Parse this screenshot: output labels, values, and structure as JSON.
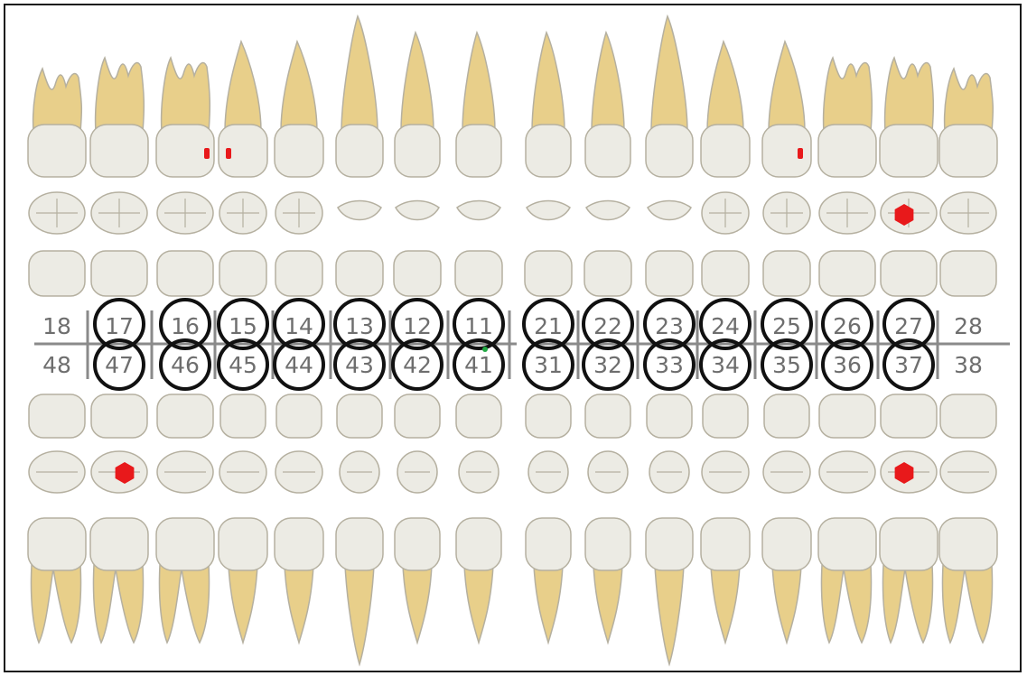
{
  "chart": {
    "upper_numbers": [
      "18",
      "17",
      "16",
      "15",
      "14",
      "13",
      "12",
      "11",
      "21",
      "22",
      "23",
      "24",
      "25",
      "26",
      "27",
      "28"
    ],
    "lower_numbers": [
      "48",
      "47",
      "46",
      "45",
      "44",
      "43",
      "42",
      "41",
      "31",
      "32",
      "33",
      "34",
      "35",
      "36",
      "37",
      "38"
    ],
    "circled_teeth": [
      "17",
      "16",
      "15",
      "14",
      "13",
      "12",
      "11",
      "21",
      "22",
      "23",
      "24",
      "25",
      "26",
      "27",
      "47",
      "46",
      "45",
      "44",
      "43",
      "42",
      "41",
      "31",
      "32",
      "33",
      "34",
      "35",
      "36",
      "37"
    ],
    "upper_teeth_type": [
      "molar",
      "molar",
      "molar",
      "premolar",
      "premolar",
      "canine",
      "incisor",
      "incisor",
      "incisor",
      "incisor",
      "canine",
      "premolar",
      "premolar",
      "molar",
      "molar",
      "molar"
    ],
    "lower_teeth_type": [
      "molar",
      "molar",
      "molar",
      "premolar",
      "premolar",
      "canine",
      "incisor",
      "incisor",
      "incisor",
      "incisor",
      "canine",
      "premolar",
      "premolar",
      "molar",
      "molar",
      "molar"
    ],
    "colors": {
      "root": "#e8cf8a",
      "crown": "#ecebe4",
      "outline": "#b5b0a0",
      "number": "#6e6e6e",
      "grid": "#8a8a8a",
      "circle": "#111111",
      "marker": "#e8191b",
      "dot": "#22aa44"
    }
  }
}
